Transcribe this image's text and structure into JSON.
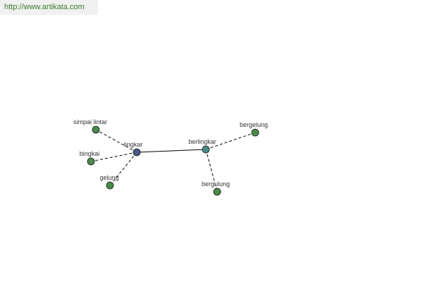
{
  "header": {
    "url": "http://www.artikata.com"
  },
  "colors": {
    "node_default": "#4a8a4a",
    "node_center": "#4a5a8a",
    "node_related": "#4a8a8a",
    "node_stroke": "#1a1a1a",
    "edge": "#000000",
    "url_text": "#3a7a2a"
  },
  "graph": {
    "nodes": [
      {
        "id": "lingkar",
        "label": "lingkar",
        "kind": "center"
      },
      {
        "id": "berlingkar",
        "label": "berlingkar",
        "kind": "related"
      },
      {
        "id": "simpai_lintar",
        "label": "simpai lintar",
        "kind": "default"
      },
      {
        "id": "bingkai",
        "label": "bingkai",
        "kind": "default"
      },
      {
        "id": "gelung",
        "label": "gelung",
        "kind": "default"
      },
      {
        "id": "bergelung",
        "label": "bergelung",
        "kind": "default"
      },
      {
        "id": "bergulung",
        "label": "bergulung",
        "kind": "default"
      }
    ],
    "edges": [
      {
        "from": "lingkar",
        "to": "berlingkar",
        "style": "solid"
      },
      {
        "from": "lingkar",
        "to": "simpai_lintar",
        "style": "dashed"
      },
      {
        "from": "lingkar",
        "to": "bingkai",
        "style": "dashed"
      },
      {
        "from": "lingkar",
        "to": "gelung",
        "style": "dashed"
      },
      {
        "from": "berlingkar",
        "to": "bergelung",
        "style": "dashed"
      },
      {
        "from": "berlingkar",
        "to": "bergulung",
        "style": "dashed"
      }
    ]
  }
}
